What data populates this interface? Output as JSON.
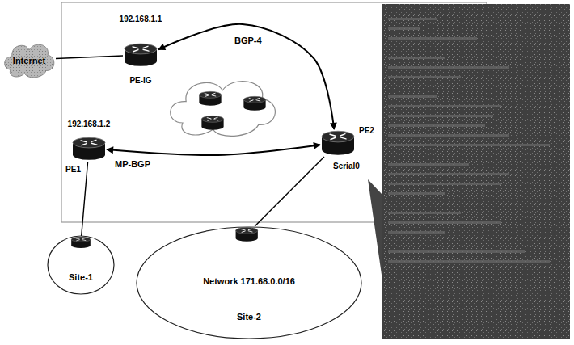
{
  "diagram": {
    "nodes": [
      {
        "text": [
          "Internet"
        ]
      },
      {
        "text": [
          "192.168.1.1",
          "PE-IG"
        ]
      },
      {
        "text": [
          "192.168.1.2",
          "PE1"
        ]
      },
      {
        "text": [
          "PE2",
          "Serial0"
        ]
      },
      {
        "text": [
          "Site-1"
        ]
      },
      {
        "text": [
          "Network 171.68.0.0/16",
          "Site-2"
        ]
      }
    ],
    "edges": [
      {
        "from": 0,
        "to": 1,
        "arrow": "none"
      },
      {
        "from": 1,
        "to": 3,
        "label": "BGP-4",
        "arrow": "both"
      },
      {
        "from": 2,
        "to": 3,
        "label": "MP-BGP",
        "arrow": "both"
      },
      {
        "from": 2,
        "to": 4,
        "arrow": "none"
      },
      {
        "from": 3,
        "to": 5,
        "arrow": "none"
      }
    ]
  }
}
